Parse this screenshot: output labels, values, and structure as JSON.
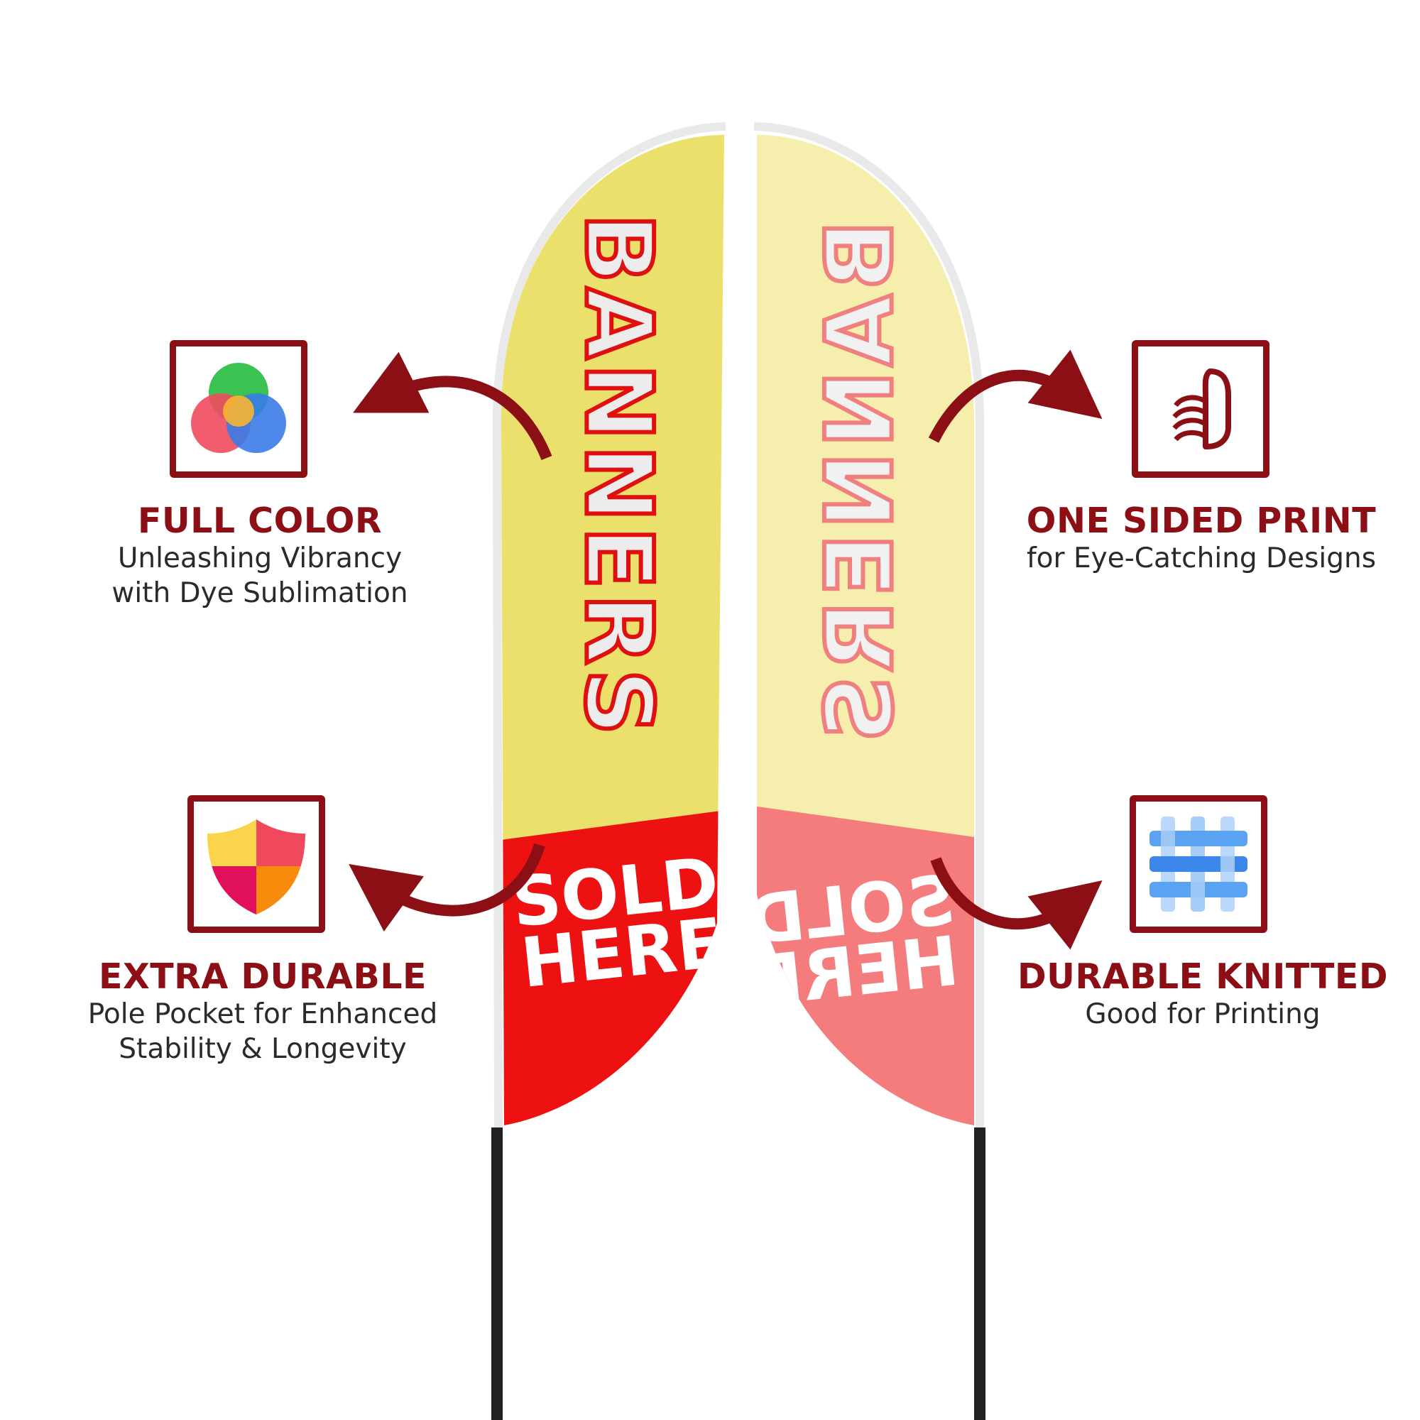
{
  "banner": {
    "main_text": "BANNERS",
    "sub_text_line1": "SOLD",
    "sub_text_line2": "HERE"
  },
  "features": [
    {
      "icon": "color-wheel-icon",
      "title": "FULL COLOR",
      "desc_line1": "Unleashing Vibrancy",
      "desc_line2": "with Dye Sublimation"
    },
    {
      "icon": "one-sided-print-icon",
      "title": "ONE SIDED PRINT",
      "desc_line1": "for Eye-Catching Designs",
      "desc_line2": ""
    },
    {
      "icon": "shield-icon",
      "title": "EXTRA DURABLE",
      "desc_line1": "Pole Pocket for Enhanced",
      "desc_line2": "Stability & Longevity"
    },
    {
      "icon": "knitted-fabric-icon",
      "title": "DURABLE KNITTED",
      "desc_line1": "Good for Printing",
      "desc_line2": ""
    }
  ],
  "colors": {
    "accent": "#8b0f14",
    "front_yellow": "#ece06c",
    "front_red": "#ee1111",
    "back_yellow": "#f6eeac",
    "back_red": "#f47c7c"
  }
}
